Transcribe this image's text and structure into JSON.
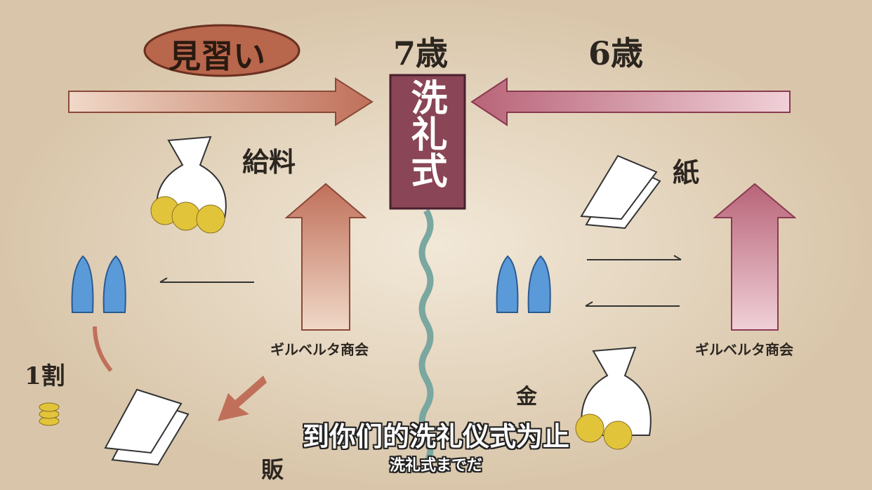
{
  "labels": {
    "apprentice": "見習い",
    "age7": "7歳",
    "age6": "6歳",
    "baptism": "洗礼式",
    "salary": "給料",
    "paper": "紙",
    "company_left": "ギルベルタ商会",
    "company_right": "ギルベルタ商会",
    "ten_percent": "1割",
    "sales_partial": "販",
    "money_partial": "金"
  },
  "subtitles": {
    "chinese": "到你们的洗礼仪式为止",
    "japanese": "洗礼式までだ"
  },
  "colors": {
    "background": "#e9dcc8",
    "left_arrow": "#c0705a",
    "right_arrow": "#b86478",
    "baptism_box": "#8a4656",
    "figure": "#5b9ad8",
    "coin": "#e2c43a",
    "river": "#7aa7a0"
  }
}
